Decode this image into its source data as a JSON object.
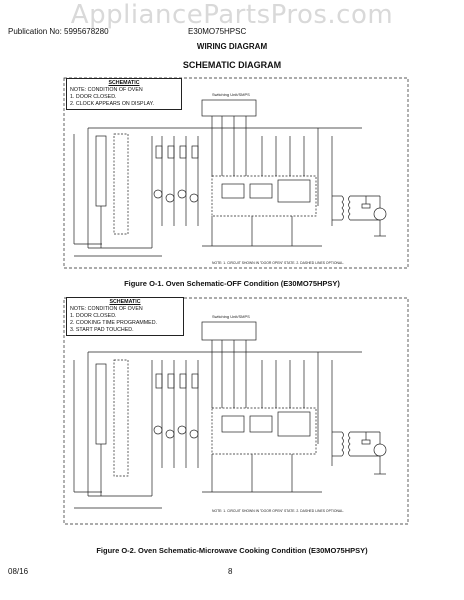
{
  "watermark": "AppliancePartsPros.com",
  "header": {
    "publication": "Publication No: 5995678280",
    "model": "E30MO75HPSC"
  },
  "section_title": "WIRING DIAGRAM",
  "diagram_title": "SCHEMATIC DIAGRAM",
  "schematic1": {
    "note_title": "SCHEMATIC",
    "note_lines": [
      "NOTE: CONDITION OF OVEN",
      "1.   DOOR CLOSED.",
      "2.   CLOCK APPEARS ON DISPLAY."
    ],
    "caption": "Figure O-1. Oven Schematic-OFF Condition (E30MO75HPSY)",
    "unit_label": "Switching Unit/SMPS"
  },
  "schematic2": {
    "note_title": "SCHEMATIC",
    "note_lines": [
      "NOTE: CONDITION OF OVEN",
      "1.  DOOR CLOSED.",
      "2.  COOKING TIME PROGRAMMED.",
      "3.  START PAD TOUCHED."
    ],
    "caption": "Figure O-2. Oven Schematic-Microwave Cooking Condition (E30MO75HPSY)",
    "unit_label": "Switching Unit/SMPS"
  },
  "footer": {
    "date": "08/16",
    "page": "8"
  },
  "colors": {
    "line": "#222222",
    "watermark": "#d9d9d9"
  }
}
